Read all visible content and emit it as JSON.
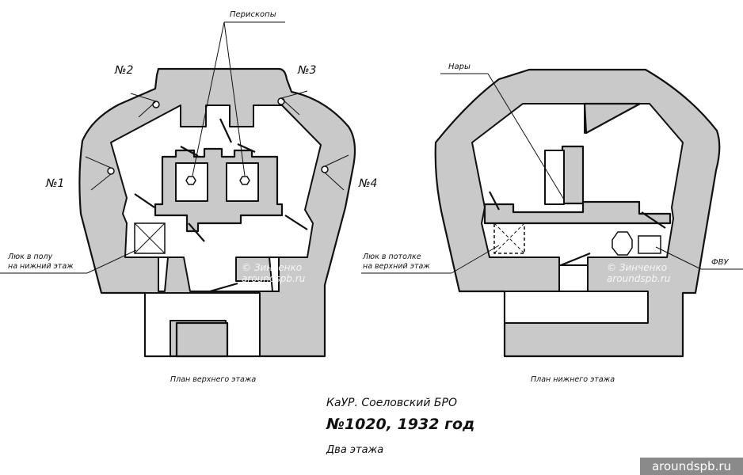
{
  "upper_plan": {
    "embrasures": [
      "№1",
      "№2",
      "№3",
      "№4"
    ],
    "periscopes_label": "Перископы",
    "hatch_label_line1": "Люк в полу",
    "hatch_label_line2": "на нижний этаж",
    "watermark_line1": "© Зинченко",
    "watermark_line2": "aroundspb.ru",
    "caption": "План верхнего этажа"
  },
  "lower_plan": {
    "bunks_label": "Нары",
    "hatch_label_line1": "Люк в потолке",
    "hatch_label_line2": "на верхний этаж",
    "fvu_label": "ФВУ",
    "watermark_line1": "© Зинченко",
    "watermark_line2": "aroundspb.ru",
    "caption": "План нижнего этажа"
  },
  "title": {
    "line1": "КаУР. Соеловский БРО",
    "line2": "№1020, 1932 год",
    "line3": "Два этажа"
  },
  "site_banner": "aroundspb.ru",
  "colors": {
    "concrete": "#c9c9c9",
    "outline": "#111111",
    "banner": "#8a8a8a"
  }
}
